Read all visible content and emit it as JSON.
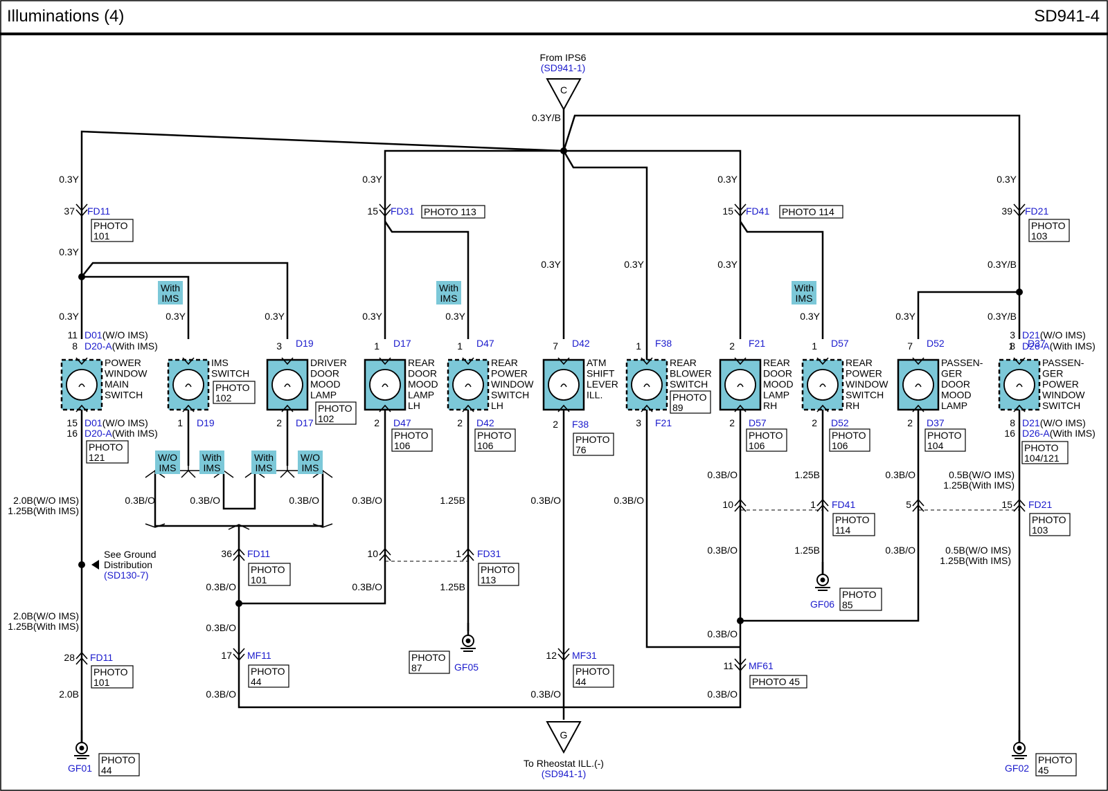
{
  "header": {
    "title": "Illuminations (4)",
    "code": "SD941-4"
  },
  "from": {
    "label": "From IPS6",
    "ref": "(SD941-1)",
    "connector": "C",
    "wire": "0.3Y/B"
  },
  "to": {
    "label": "To Rheostat ILL.(-)",
    "ref": "(SD941-1)",
    "connector": "G"
  },
  "ground_note": {
    "line1": "See Ground",
    "line2": "Distribution",
    "ref": "(SD130-7)"
  },
  "option_tags": [
    "With IMS",
    "W/O IMS"
  ],
  "components": [
    {
      "id": "c1",
      "name": [
        "POWER",
        "WINDOW",
        "MAIN",
        "SWITCH"
      ]
    },
    {
      "id": "c2",
      "name": [
        "IMS",
        "SWITCH"
      ]
    },
    {
      "id": "c3",
      "name": [
        "DRIVER",
        "DOOR",
        "MOOD",
        "LAMP"
      ]
    },
    {
      "id": "c4",
      "name": [
        "REAR",
        "DOOR",
        "MOOD",
        "LAMP",
        "LH"
      ]
    },
    {
      "id": "c5",
      "name": [
        "REAR",
        "POWER",
        "WINDOW",
        "SWITCH",
        "LH"
      ]
    },
    {
      "id": "c6",
      "name": [
        "ATM",
        "SHIFT",
        "LEVER",
        "ILL."
      ]
    },
    {
      "id": "c7",
      "name": [
        "REAR",
        "BLOWER",
        "SWITCH"
      ]
    },
    {
      "id": "c8",
      "name": [
        "REAR",
        "DOOR",
        "MOOD",
        "LAMP",
        "RH"
      ]
    },
    {
      "id": "c9",
      "name": [
        "REAR",
        "POWER",
        "WINDOW",
        "SWITCH",
        "RH"
      ]
    },
    {
      "id": "c10",
      "name": [
        "PASSEN-",
        "GER",
        "DOOR",
        "MOOD",
        "LAMP"
      ]
    },
    {
      "id": "c11",
      "name": [
        "PASSEN-",
        "GER",
        "POWER",
        "WINDOW",
        "SWITCH"
      ]
    }
  ],
  "connectors": [
    {
      "pin": "37",
      "ref": "FD11",
      "photo": [
        "PHOTO",
        "101"
      ]
    },
    {
      "pin": "15",
      "ref": "FD31",
      "photo": [
        "PHOTO 113"
      ]
    },
    {
      "pin": "15",
      "ref": "FD41",
      "photo": [
        "PHOTO 114"
      ]
    },
    {
      "pin": "39",
      "ref": "FD21",
      "photo": [
        "PHOTO",
        "103"
      ]
    },
    {
      "pin": "11",
      "ref": "D01",
      "suffix": "(W/O IMS)"
    },
    {
      "pin": "8",
      "ref": "D20-A",
      "suffix": "(With IMS)"
    },
    {
      "pin": "3",
      "ref": "D19"
    },
    {
      "pin": "1",
      "ref": "D17"
    },
    {
      "pin": "1",
      "ref": "D47"
    },
    {
      "pin": "7",
      "ref": "D42"
    },
    {
      "pin": "1",
      "ref": "F38"
    },
    {
      "pin": "2",
      "ref": "F21"
    },
    {
      "pin": "1",
      "ref": "D57"
    },
    {
      "pin": "7",
      "ref": "D52"
    },
    {
      "pin": "1",
      "ref": "D37"
    },
    {
      "pin": "3",
      "ref": "D21",
      "suffix": "(W/O IMS)"
    },
    {
      "pin": "8",
      "ref": "D26-A",
      "suffix": "(With IMS)"
    },
    {
      "pin": "15",
      "ref": "D01",
      "suffix": "(W/O IMS)"
    },
    {
      "pin": "16",
      "ref": "D20-A",
      "suffix": "(With IMS)",
      "photo": [
        "PHOTO",
        "121"
      ]
    },
    {
      "pin": "1",
      "ref": "D19",
      "photo": [
        "PHOTO",
        "102"
      ]
    },
    {
      "pin": "2",
      "ref": "D17",
      "photo": [
        "PHOTO",
        "102"
      ]
    },
    {
      "pin": "2",
      "ref": "D47",
      "photo": [
        "PHOTO",
        "106"
      ]
    },
    {
      "pin": "2",
      "ref": "D42",
      "photo": [
        "PHOTO",
        "106"
      ]
    },
    {
      "pin": "2",
      "ref": "F38",
      "photo": [
        "PHOTO",
        "76"
      ]
    },
    {
      "pin": "3",
      "ref": "F21",
      "photo": [
        "PHOTO",
        "89"
      ]
    },
    {
      "pin": "2",
      "ref": "D57",
      "photo": [
        "PHOTO",
        "106"
      ]
    },
    {
      "pin": "2",
      "ref": "D52",
      "photo": [
        "PHOTO",
        "106"
      ]
    },
    {
      "pin": "2",
      "ref": "D37",
      "photo": [
        "PHOTO",
        "104"
      ]
    },
    {
      "pin": "8",
      "ref": "D21",
      "suffix": "(W/O IMS)"
    },
    {
      "pin": "16",
      "ref": "D26-A",
      "suffix": "(With IMS)",
      "photo": [
        "PHOTO",
        "104/121"
      ]
    },
    {
      "pin": "36",
      "ref": "FD11",
      "photo": [
        "PHOTO",
        "101"
      ]
    },
    {
      "pin": "10",
      "ref": ""
    },
    {
      "pin": "1",
      "ref": "FD31",
      "photo": [
        "PHOTO",
        "113"
      ]
    },
    {
      "pin": "10",
      "ref": ""
    },
    {
      "pin": "1",
      "ref": "FD41",
      "photo": [
        "PHOTO",
        "114"
      ]
    },
    {
      "pin": "5",
      "ref": ""
    },
    {
      "pin": "15",
      "ref": "FD21",
      "photo": [
        "PHOTO",
        "103"
      ]
    },
    {
      "pin": "28",
      "ref": "FD11",
      "photo": [
        "PHOTO",
        "101"
      ]
    },
    {
      "pin": "17",
      "ref": "MF11",
      "photo": [
        "PHOTO",
        "44"
      ]
    },
    {
      "pin": "12",
      "ref": "MF31",
      "photo": [
        "PHOTO",
        "44"
      ]
    },
    {
      "pin": "11",
      "ref": "MF61",
      "photo": [
        "PHOTO 45"
      ]
    }
  ],
  "grounds": [
    {
      "ref": "GF01",
      "photo": [
        "PHOTO",
        "44"
      ]
    },
    {
      "ref": "GF05",
      "photo": [
        "PHOTO",
        "87"
      ]
    },
    {
      "ref": "GF06",
      "photo": [
        "PHOTO",
        "85"
      ]
    },
    {
      "ref": "GF02",
      "photo": [
        "PHOTO",
        "45"
      ]
    }
  ],
  "wires": [
    "0.3Y",
    "0.3Y/B",
    "0.3B/O",
    "1.25B",
    "2.0B(W/O IMS)",
    "1.25B(With IMS)",
    "0.5B(W/O IMS)",
    "2.0B"
  ]
}
